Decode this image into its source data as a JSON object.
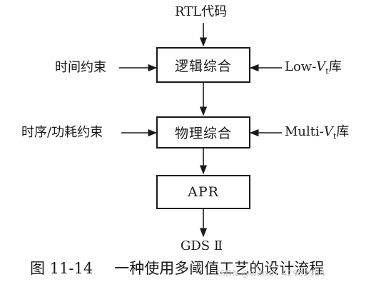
{
  "diagram": {
    "input_top": "RTL代码",
    "left_1": "时间约束",
    "left_2": "时序/功耗约束",
    "right_1_prefix": "Low-",
    "right_1_var": "V",
    "right_1_sub": "t",
    "right_1_suffix": "库",
    "right_2_prefix": "Multi-",
    "right_2_var": "V",
    "right_2_sub": "t",
    "right_2_suffix": "库",
    "box_1": "逻辑综合",
    "box_2": "物理综合",
    "box_3": "APR",
    "output": "GDS Ⅱ"
  },
  "caption": {
    "number": "图 11-14",
    "title": "一种使用多阈值工艺的设计流程"
  },
  "watermark": "CSDN @weixin_42932984"
}
